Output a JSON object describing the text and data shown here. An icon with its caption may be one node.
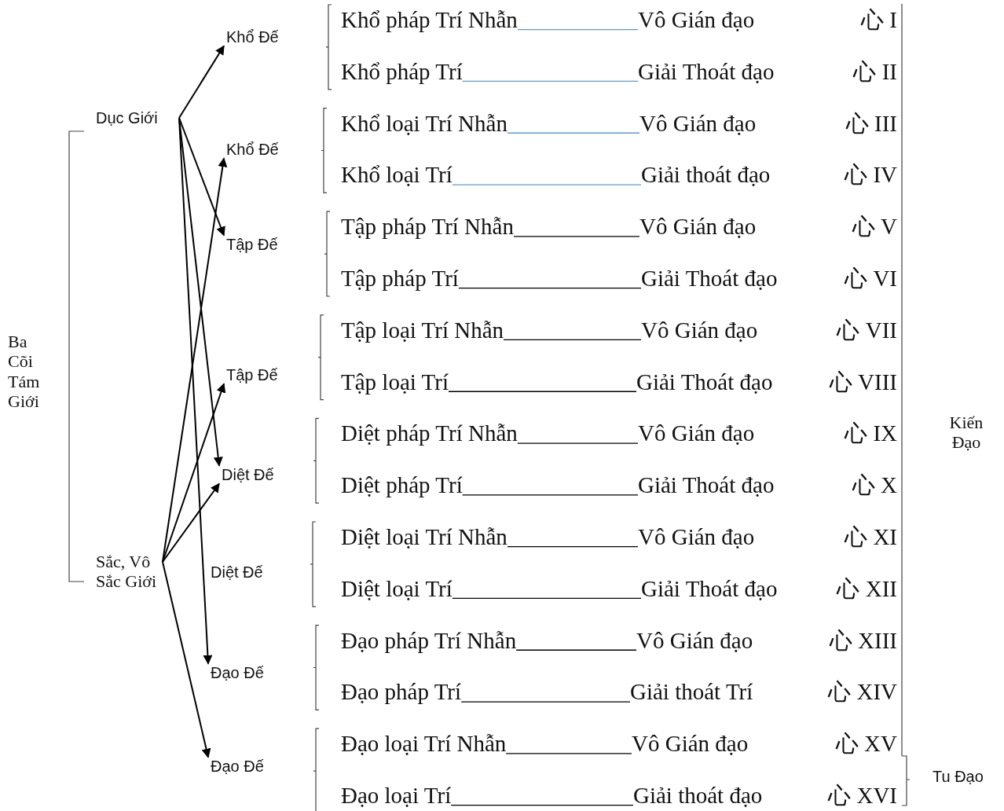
{
  "diagram": {
    "nodes": [
      {
        "text": [
          "Dục Giới"
        ]
      },
      {
        "text": [
          "Sắc, Vô Sắc Giới"
        ]
      },
      {
        "text": [
          "Khổ Đế"
        ]
      },
      {
        "text": [
          "Khổ Đế"
        ]
      },
      {
        "text": [
          "Tập Đế"
        ]
      },
      {
        "text": [
          "Tập Đế"
        ]
      },
      {
        "text": [
          "Diệt  Đế"
        ]
      },
      {
        "text": [
          "Diệt  Đế"
        ]
      },
      {
        "text": [
          "Đạo Đế"
        ]
      },
      {
        "text": [
          "Đạo Đế"
        ]
      },
      {
        "text": [
          "Khổ pháp Trí Nhẫn"
        ]
      },
      {
        "text": [
          "Vô Gián đạo"
        ]
      },
      {
        "text": [
          "Khổ pháp Trí"
        ]
      },
      {
        "text": [
          "Giải Thoát đạo"
        ]
      },
      {
        "text": [
          "Khổ loại Trí Nhẫn"
        ]
      },
      {
        "text": [
          "Vô Gián đạo"
        ]
      },
      {
        "text": [
          "Khổ loại Trí"
        ]
      },
      {
        "text": [
          "Giải thoát đạo"
        ]
      },
      {
        "text": [
          "Tập pháp Trí Nhẫn"
        ]
      },
      {
        "text": [
          "Vô Gián đạo"
        ]
      },
      {
        "text": [
          "Tập pháp Trí"
        ]
      },
      {
        "text": [
          "Giải Thoát đạo"
        ]
      },
      {
        "text": [
          "Tập loại Trí Nhẫn"
        ]
      },
      {
        "text": [
          "Vô Gián đạo"
        ]
      },
      {
        "text": [
          "Tập loại Trí"
        ]
      },
      {
        "text": [
          "Giải Thoát đạo"
        ]
      },
      {
        "text": [
          "Diệt pháp Trí Nhẫn"
        ]
      },
      {
        "text": [
          "Vô Gián đạo"
        ]
      },
      {
        "text": [
          "Diệt pháp Trí"
        ]
      },
      {
        "text": [
          "Giải Thoát đạo"
        ]
      },
      {
        "text": [
          "Diệt loại Trí Nhẫn"
        ]
      },
      {
        "text": [
          "Vô Gián đạo"
        ]
      },
      {
        "text": [
          "Diệt loại Trí"
        ]
      },
      {
        "text": [
          "Giải Thoát đạo"
        ]
      },
      {
        "text": [
          "Đạo pháp Trí Nhẫn"
        ]
      },
      {
        "text": [
          "Vô Gián đạo"
        ]
      },
      {
        "text": [
          "Đạo pháp Trí"
        ]
      },
      {
        "text": [
          "Giải thoát Trí"
        ]
      },
      {
        "text": [
          "Đạo loại Trí Nhẫn"
        ]
      },
      {
        "text": [
          "Vô Gián đạo"
        ]
      },
      {
        "text": [
          "Đạo loại Trí"
        ]
      },
      {
        "text": [
          "Giải thoát đạo"
        ]
      }
    ],
    "edges": [
      {
        "from": 0,
        "to": 2,
        "arrow": "to"
      },
      {
        "from": 0,
        "to": 4,
        "arrow": "to"
      },
      {
        "from": 0,
        "to": 6,
        "arrow": "to"
      },
      {
        "from": 0,
        "to": 8,
        "arrow": "to"
      },
      {
        "from": 1,
        "to": 3,
        "arrow": "to"
      },
      {
        "from": 1,
        "to": 5,
        "arrow": "to"
      },
      {
        "from": 1,
        "to": 6,
        "arrow": "to"
      },
      {
        "from": 1,
        "to": 9,
        "arrow": "to"
      },
      {
        "from": 10,
        "to": 11,
        "arrow": "none",
        "color": "#5b9bd5"
      },
      {
        "from": 12,
        "to": 13,
        "arrow": "none",
        "color": "#5b9bd5"
      },
      {
        "from": 14,
        "to": 15,
        "arrow": "none",
        "color": "#5b9bd5"
      },
      {
        "from": 16,
        "to": 17,
        "arrow": "none",
        "color": "#5b9bd5"
      },
      {
        "from": 18,
        "to": 19,
        "arrow": "none"
      },
      {
        "from": 20,
        "to": 21,
        "arrow": "none"
      },
      {
        "from": 22,
        "to": 23,
        "arrow": "none"
      },
      {
        "from": 24,
        "to": 25,
        "arrow": "none"
      },
      {
        "from": 26,
        "to": 27,
        "arrow": "none"
      },
      {
        "from": 28,
        "to": 29,
        "arrow": "none"
      },
      {
        "from": 30,
        "to": 31,
        "arrow": "none"
      },
      {
        "from": 32,
        "to": 33,
        "arrow": "none"
      },
      {
        "from": 34,
        "to": 35,
        "arrow": "none"
      },
      {
        "from": 36,
        "to": 37,
        "arrow": "none"
      },
      {
        "from": 38,
        "to": 39,
        "arrow": "none"
      },
      {
        "from": 40,
        "to": 41,
        "arrow": "none"
      }
    ],
    "labels": [
      "Ba Cõi Tám Giới",
      "心 I",
      "心 II",
      "心 III",
      "心 IV",
      "心 V",
      "心 VI",
      "心 VII",
      "心 VIII",
      "心 IX",
      "心 X",
      "心 XI",
      "心 XII",
      "心 XIII",
      "心 XIV",
      "心 XV",
      "心 XVI",
      "Kiến Đạo",
      "Tu Đạo"
    ]
  }
}
